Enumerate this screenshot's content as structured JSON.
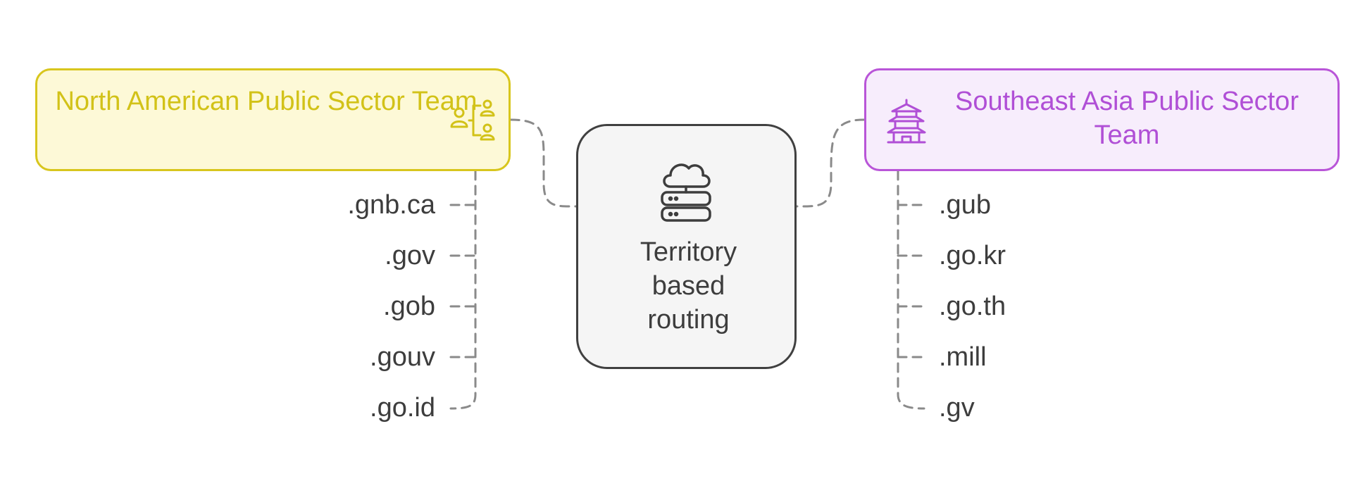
{
  "colors": {
    "na_fill": "#fdf9d7",
    "na_border": "#d8c61d",
    "na_text": "#d2c218",
    "sea_fill": "#f7edfc",
    "sea_border": "#b955d8",
    "sea_text": "#b04fd6",
    "center_fill": "#f5f5f5",
    "center_border": "#404040",
    "text": "#3d3d3d",
    "connector": "#8a8a8a"
  },
  "center": {
    "label_line1": "Territory",
    "label_line2": "based",
    "label_line3": "routing",
    "icon": "cloud-server-icon"
  },
  "teams": {
    "north_america": {
      "title": "North American Public Sector Team",
      "icon": "team-hierarchy-icon",
      "domains": [
        ".gnb.ca",
        ".gov",
        ".gob",
        ".gouv",
        ".go.id"
      ]
    },
    "southeast_asia": {
      "title": "Southeast Asia Public Sector Team",
      "icon": "pagoda-icon",
      "domains": [
        ".gub",
        ".go.kr",
        ".go.th",
        ".mill",
        ".gv"
      ]
    }
  }
}
